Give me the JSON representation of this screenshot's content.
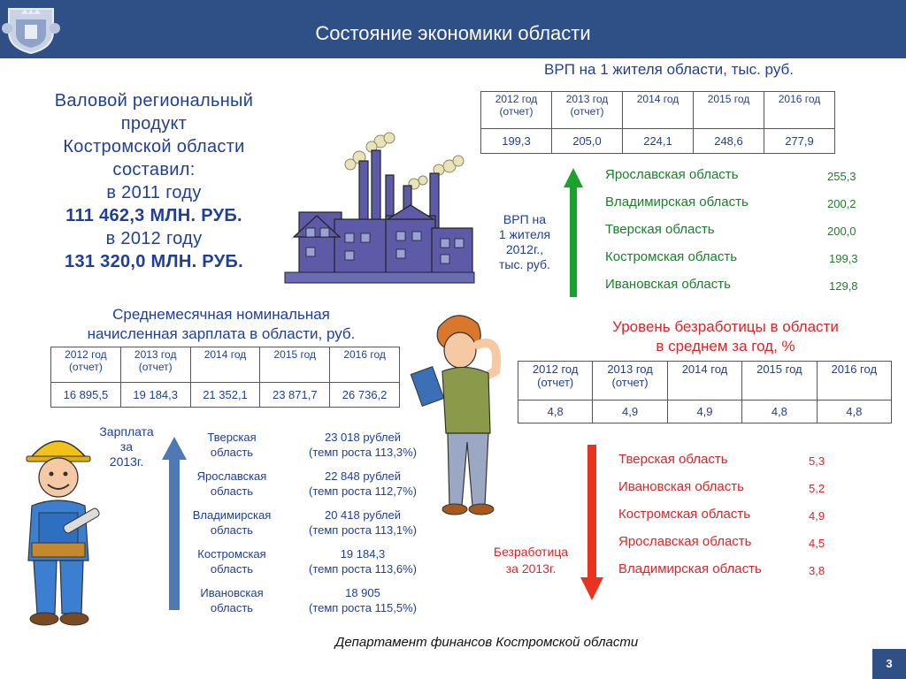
{
  "header": {
    "title": "Состояние экономики области"
  },
  "grp": {
    "l1": "Валовой региональный",
    "l2": "продукт",
    "l3": "Костромской области",
    "l4": "составил:",
    "l5": "в  2011 году",
    "l6": "111 462,3 МЛН. РУБ.",
    "l7": "в  2012 году",
    "l8": "131 320,0 МЛН. РУБ."
  },
  "vrp": {
    "title": "ВРП  на 1 жителя области, тыс. руб.",
    "headers": [
      {
        "year": "2012 год",
        "note": "(отчет)"
      },
      {
        "year": "2013 год",
        "note": "(отчет)"
      },
      {
        "year": "2014 год",
        "note": ""
      },
      {
        "year": "2015 год",
        "note": ""
      },
      {
        "year": "2016 год",
        "note": ""
      }
    ],
    "values": [
      "199,3",
      "205,0",
      "224,1",
      "248,6",
      "277,9"
    ],
    "side_label": [
      "ВРП на",
      "1 жителя",
      "2012г.,",
      "тыс. руб."
    ],
    "ranking": [
      {
        "region": "Ярославская область",
        "value": "255,3"
      },
      {
        "region": "Владимирская область",
        "value": "200,2"
      },
      {
        "region": "Тверская область",
        "value": "200,0"
      },
      {
        "region": "Костромская область",
        "value": "199,3"
      },
      {
        "region": "Ивановская область",
        "value": "129,8"
      }
    ]
  },
  "salary": {
    "title1": "Среднемесячная номинальная",
    "title2": "начисленная зарплата в области, руб.",
    "headers": [
      {
        "year": "2012 год",
        "note": "(отчет)"
      },
      {
        "year": "2013 год",
        "note": "(отчет)"
      },
      {
        "year": "2014 год",
        "note": ""
      },
      {
        "year": "2015 год",
        "note": ""
      },
      {
        "year": "2016 год",
        "note": ""
      }
    ],
    "values": [
      "16 895,5",
      "19 184,3",
      "21 352,1",
      "23 871,7",
      "26 736,2"
    ],
    "side_label": [
      "Зарплата",
      "за",
      "2013г."
    ],
    "ranking": [
      {
        "r1": "Тверская",
        "r2": "область",
        "v1": "23 018 рублей",
        "v2": "(темп роста 113,3%)"
      },
      {
        "r1": "Ярославская",
        "r2": "область",
        "v1": "22 848 рублей",
        "v2": "(темп роста 112,7%)"
      },
      {
        "r1": "Владимирская",
        "r2": "область",
        "v1": "20 418 рублей",
        "v2": "(темп роста  113,1%)"
      },
      {
        "r1": "Костромская",
        "r2": "область",
        "v1": "19 184,3",
        "v2": "(темп роста 113,6%)"
      },
      {
        "r1": "Ивановская",
        "r2": "область",
        "v1": "18 905",
        "v2": "(темп роста 115,5%)"
      }
    ]
  },
  "unemployment": {
    "title1": "Уровень безработицы в области",
    "title2": "в среднем за год, %",
    "headers": [
      {
        "year": "2012 год",
        "note": "(отчет)"
      },
      {
        "year": "2013 год",
        "note": "(отчет)"
      },
      {
        "year": "2014 год",
        "note": ""
      },
      {
        "year": "2015 год",
        "note": ""
      },
      {
        "year": "2016 год",
        "note": ""
      }
    ],
    "values": [
      "4,8",
      "4,9",
      "4,9",
      "4,8",
      "4,8"
    ],
    "side_label": [
      "Безработица",
      "за 2013г."
    ],
    "ranking": [
      {
        "region": "Тверская область",
        "value": "5,3"
      },
      {
        "region": "Ивановская область",
        "value": "5,2"
      },
      {
        "region": "Костромская область",
        "value": "4,9"
      },
      {
        "region": "Ярославская область",
        "value": "4,5"
      },
      {
        "region": "Владимирская область",
        "value": "3,8"
      }
    ]
  },
  "footer": {
    "text": "Департамент финансов  Костромской области",
    "page": "3"
  },
  "colors": {
    "header": "#2f4f87",
    "text_blue": "#1f3f99",
    "text_red": "#d9262a",
    "text_green": "#1a7f2a",
    "arrow_green": "#1aa32c",
    "arrow_blue": "#4f79b5",
    "arrow_red": "#e8331f"
  },
  "icons": [
    "coat-of-arms-icon",
    "factory-illustration",
    "worker-illustration",
    "student-illustration"
  ]
}
